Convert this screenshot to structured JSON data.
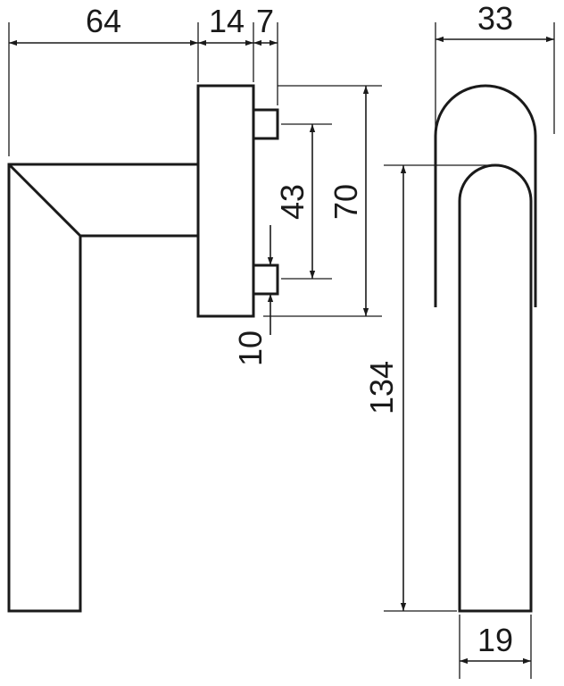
{
  "colors": {
    "line": "#1a1a1a",
    "background": "#ffffff"
  },
  "dimensions": {
    "side_projection": "64",
    "side_rose_depth": "14",
    "side_pin": "7",
    "side_pin_spacing": "43",
    "side_rose_height": "70",
    "side_pin_offset": "10",
    "front_rose_width": "33",
    "front_lever_length": "134",
    "front_lever_width": "19"
  }
}
